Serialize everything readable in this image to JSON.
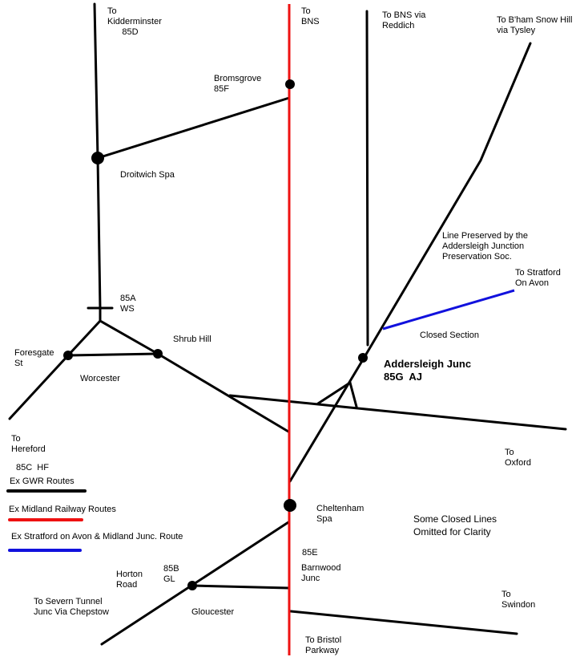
{
  "colors": {
    "gwr": "#000000",
    "midland": "#ee1111",
    "smj": "#1111dd"
  },
  "labels": {
    "kidderminster": "To\nKidderminster\n      85D",
    "bns": "To\nBNS",
    "bns_redditch": "To BNS via\nReddich",
    "snow_hill": "To B'ham Snow Hill\nvia Tysley",
    "bromsgrove": "Bromsgrove\n85F",
    "droitwich": "Droitwich Spa",
    "preserved": "Line Preserved by the\nAddersleigh Junction\nPreservation Soc.",
    "stratford": "To Stratford\nOn Avon",
    "ws": "85A\nWS",
    "closed_section": "Closed Section",
    "shrub_hill": "Shrub Hill",
    "foregate": "Foresgate\nSt",
    "addersleigh": "Addersleigh Junc\n85G  AJ",
    "worcester": "Worcester",
    "hereford": "To\nHereford",
    "hf": "85C  HF",
    "oxford": "To\nOxford",
    "cheltenham": "Cheltenham\nSpa",
    "closed_lines": "Some Closed Lines\nOmitted for Clarity",
    "e85": "85E",
    "barnwood": "Barnwood\nJunc",
    "gl": "85B\nGL",
    "horton": "Horton\nRoad",
    "severn": "To Severn Tunnel\nJunc Via Chepstow",
    "gloucester": "Gloucester",
    "swindon": "To\nSwindon",
    "bristol": "To Bristol\nParkway"
  },
  "legend": [
    {
      "label": "Ex GWR Routes",
      "color": "#000000"
    },
    {
      "label": "Ex Midland Railway Routes",
      "color": "#ee1111"
    },
    {
      "label": "Ex Stratford on Avon & Midland Junc. Route",
      "color": "#1111dd"
    }
  ]
}
